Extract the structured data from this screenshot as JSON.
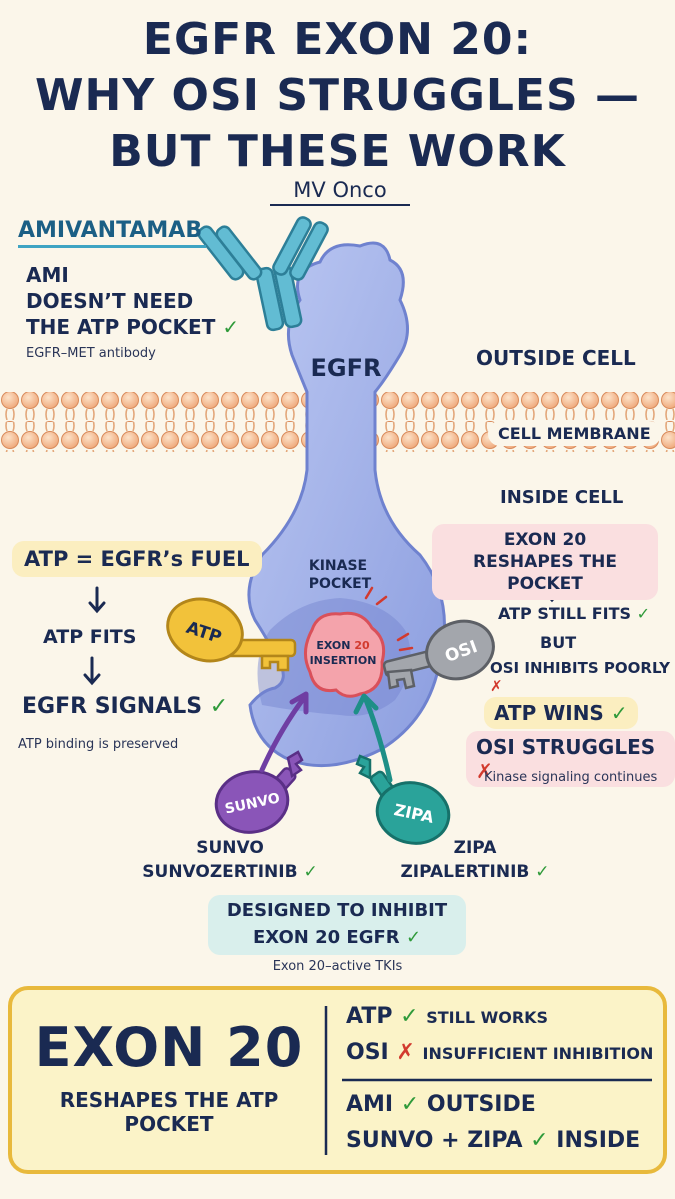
{
  "title": {
    "line1": "EGFR EXON 20:",
    "line2": "WHY OSI STRUGGLES —",
    "line3": "BUT THESE WORK",
    "author": "MV Onco"
  },
  "amivantamab": {
    "name": "AMIVANTAMAB",
    "line1": "AMI",
    "line2": "DOESN’T NEED",
    "line3": "THE ATP POCKET",
    "caption": "EGFR–MET antibody"
  },
  "regions": {
    "outside": "OUTSIDE CELL",
    "membrane": "CELL MEMBRANE",
    "inside": "INSIDE CELL"
  },
  "receptor": {
    "label": "EGFR",
    "kinase_line1": "KINASE",
    "kinase_line2": "POCKET",
    "insertion_line1_a": "EXON",
    "insertion_line1_b": "20",
    "insertion_line2": "INSERTION"
  },
  "keys": {
    "atp": "ATP",
    "osi": "OSI",
    "sunvo": "SUNVO",
    "zipa": "ZIPA"
  },
  "atp_panel": {
    "fuel": "ATP = EGFR’s FUEL",
    "fits": "ATP FITS",
    "signals": "EGFR SIGNALS",
    "caption": "ATP binding is preserved"
  },
  "exon_panel": {
    "reshape_line1": "EXON 20",
    "reshape_line2": "RESHAPES THE POCKET",
    "still_fits": "ATP STILL FITS",
    "but": "BUT",
    "inhibits_poorly": "OSI INHIBITS POORLY",
    "atp_wins": "ATP WINS",
    "osi_struggles": "OSI STRUGGLES",
    "caption": "Kinase signaling continues"
  },
  "drugs": {
    "sunvo_short": "SUNVO",
    "sunvo_full": "SUNVOZERTINIB",
    "zipa_short": "ZIPA",
    "zipa_full": "ZIPALERTINIB"
  },
  "designed": {
    "line1": "DESIGNED TO INHIBIT",
    "line2": "EXON 20 EGFR",
    "caption": "Exon 20–active TKIs"
  },
  "summary": {
    "big": "EXON 20",
    "sub": "RESHAPES THE ATP POCKET",
    "row1_name": "ATP",
    "row1_text": "STILL WORKS",
    "row2_name": "OSI",
    "row2_text": "INSUFFICIENT INHIBITION",
    "row3_name": "AMI",
    "row3_text": "OUTSIDE",
    "row4_name": "SUNVO + ZIPA",
    "row4_text": "INSIDE"
  },
  "symbols": {
    "check": "✓",
    "cross": "✗",
    "arrow_down": "↓"
  },
  "colors": {
    "navy": "#1a2a52",
    "receptor": "#a9b8ea",
    "antibody": "#5fb7cf",
    "membrane": "#f2b98a",
    "atp_key": "#f2c23a",
    "osi_key": "#9a9da3",
    "sunvo_key": "#8a55b8",
    "zipa_key": "#2aa39a",
    "insertion": "#f0a0a8",
    "check": "#2f9a3a",
    "cross": "#d23a2e"
  }
}
